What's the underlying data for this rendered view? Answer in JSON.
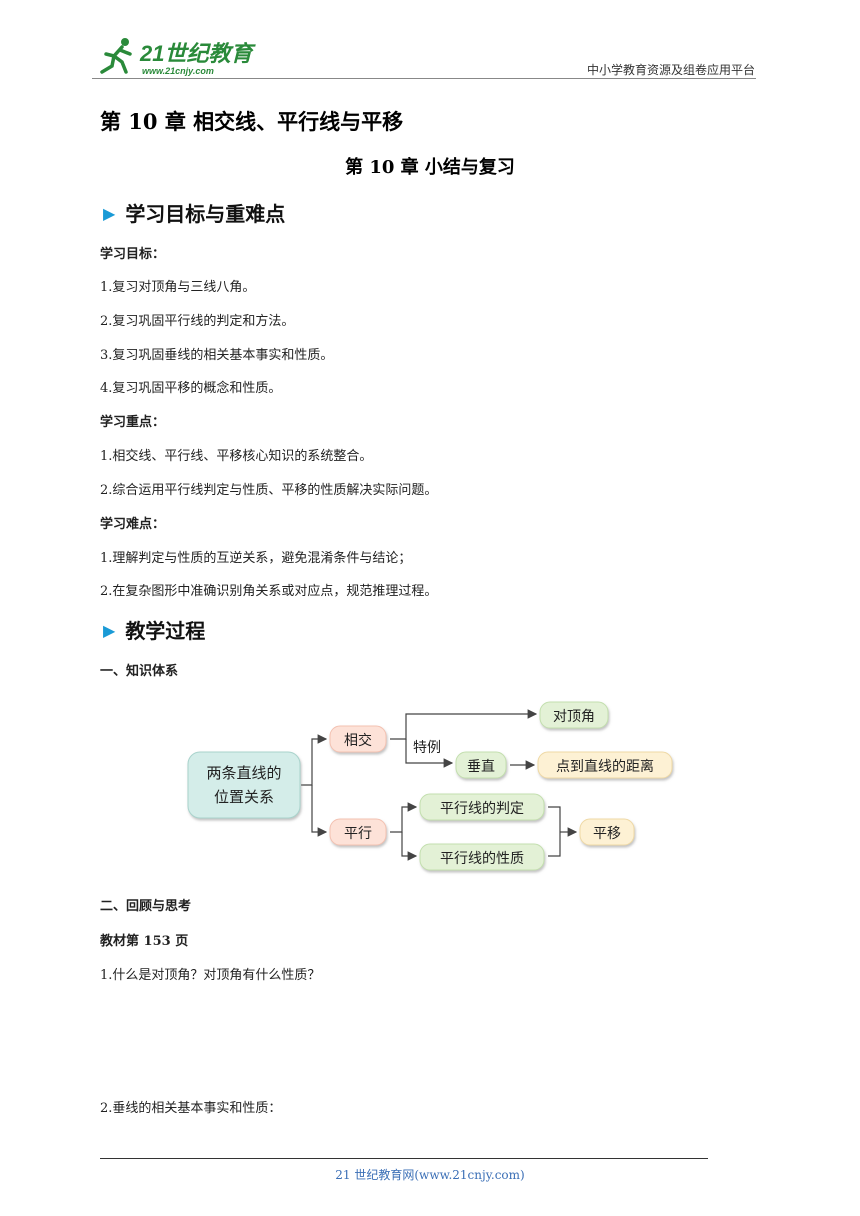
{
  "header": {
    "logo_main": "21世纪教育",
    "logo_sub": "www.21cnjy.com",
    "platform": "中小学教育资源及组卷应用平台"
  },
  "chapter_title": "第 10 章  相交线、平行线与平移",
  "section_title": "第 10 章  小结与复习",
  "objectives_section": {
    "heading": "学习目标与重难点",
    "goals_label": "学习目标：",
    "goals": [
      "1.复习对顶角与三线八角。",
      "2.复习巩固平行线的判定和方法。",
      "3.复习巩固垂线的相关基本事实和性质。",
      "4.复习巩固平移的概念和性质。"
    ],
    "key_label": "学习重点：",
    "key_points": [
      "1.相交线、平行线、平移核心知识的系统整合。",
      "2.综合运用平行线判定与性质、平移的性质解决实际问题。"
    ],
    "difficult_label": "学习难点：",
    "difficult_points": [
      "1.理解判定与性质的互逆关系，避免混淆条件与结论；",
      "2.在复杂图形中准确识别角关系或对应点，规范推理过程。"
    ]
  },
  "process_section": {
    "heading": "教学过程",
    "part1": "一、知识体系",
    "part2": "二、回顾与思考",
    "textbook_page": "教材第 153 页",
    "q1": "1.什么是对顶角？对顶角有什么性质？",
    "q2": "2.垂线的相关基本事实和性质："
  },
  "diagram": {
    "root_line1": "两条直线的",
    "root_line2": "位置关系",
    "intersect": "相交",
    "parallel": "平行",
    "special_case": "特例",
    "vertical_angles": "对顶角",
    "perpendicular": "垂直",
    "point_line_distance": "点到直线的距离",
    "parallel_judgement": "平行线的判定",
    "parallel_property": "平行线的性质",
    "translation": "平移",
    "colors": {
      "root_fill": "#d4ede9",
      "intersect_fill": "#fde2d8",
      "green_fill": "#e3f1d6",
      "yellow_fill": "#fdf1d4",
      "line": "#444444"
    }
  },
  "footer": "21 世纪教育网(www.21cnjy.com)"
}
